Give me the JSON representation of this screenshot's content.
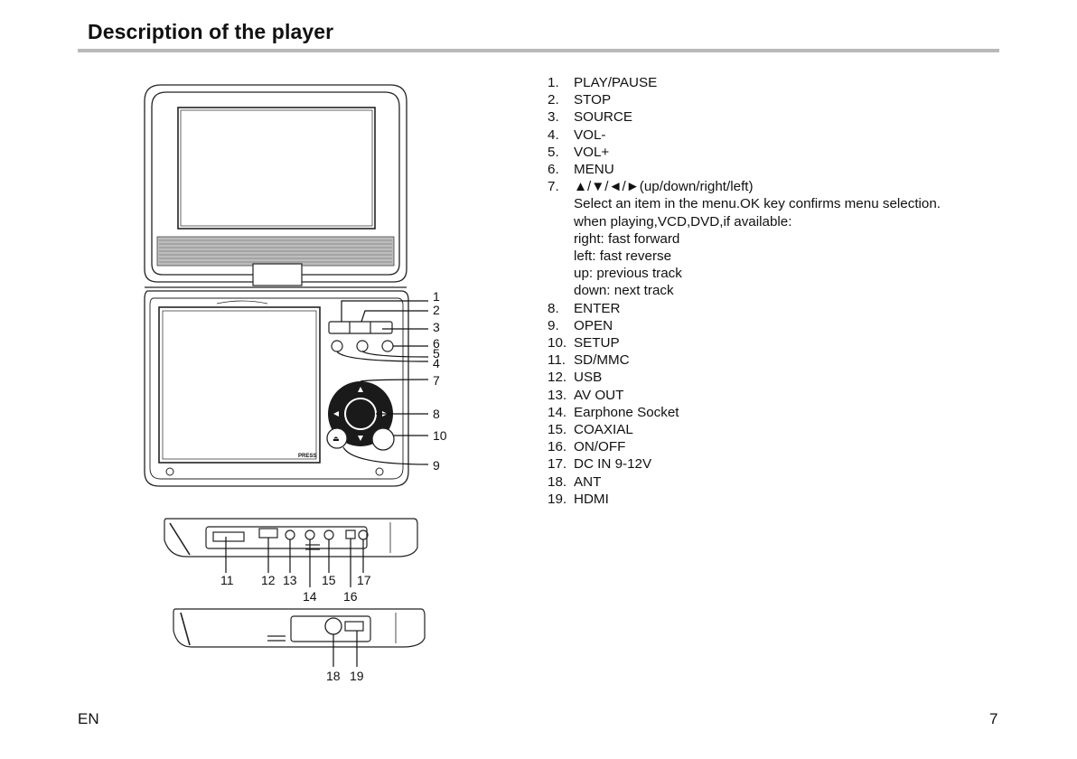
{
  "header": {
    "title": "Description of the player"
  },
  "parts": [
    {
      "number": "1.",
      "label": "PLAY/PAUSE"
    },
    {
      "number": "2.",
      "label": "STOP"
    },
    {
      "number": "3.",
      "label": "SOURCE"
    },
    {
      "number": "4.",
      "label": "VOL-"
    },
    {
      "number": "5.",
      "label": "VOL+"
    },
    {
      "number": "6.",
      "label": "MENU"
    },
    {
      "number": "7.",
      "label": "▲/▼/◄/►(up/down/right/left)",
      "details": [
        "Select an item in the menu.OK key confirms menu selection.",
        "when playing,VCD,DVD,if available:",
        "right: fast forward",
        "left: fast reverse",
        "up: previous track",
        "down: next track"
      ]
    },
    {
      "number": "8.",
      "label": "ENTER"
    },
    {
      "number": "9.",
      "label": "OPEN"
    },
    {
      "number": "10.",
      "label": "SETUP"
    },
    {
      "number": "11.",
      "label": "SD/MMC"
    },
    {
      "number": "12.",
      "label": "USB"
    },
    {
      "number": "13.",
      "label": "AV OUT"
    },
    {
      "number": "14.",
      "label": "Earphone Socket"
    },
    {
      "number": "15.",
      "label": "COAXIAL"
    },
    {
      "number": "16.",
      "label": "ON/OFF"
    },
    {
      "number": "17.",
      "label": "DC IN 9-12V"
    },
    {
      "number": "18.",
      "label": "ANT"
    },
    {
      "number": "19.",
      "label": "HDMI"
    }
  ],
  "diagram": {
    "front_callouts": [
      "1",
      "2",
      "3",
      "6",
      "5",
      "4",
      "7",
      "8",
      "10",
      "9"
    ],
    "side_callouts": [
      "11",
      "12",
      "13",
      "14",
      "15",
      "16",
      "17"
    ],
    "back_callouts": [
      "18",
      "19"
    ],
    "press_label": "PRESS"
  },
  "footer": {
    "language": "EN",
    "page_number": "7"
  }
}
